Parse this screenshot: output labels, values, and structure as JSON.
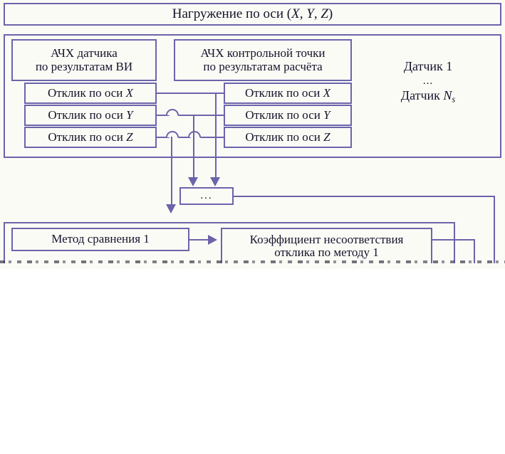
{
  "figure": {
    "title_box": {
      "label": "Нагружение по оси (X, Y, Z)",
      "axes": "X, Y, Z"
    },
    "sensor_group": {
      "measured_block": {
        "line1": "АЧХ датчика",
        "line2": "по результатам ВИ"
      },
      "computed_block": {
        "line1": "АЧХ контрольной точки",
        "line2": "по результатам расчёта"
      },
      "measured_responses": [
        {
          "prefix": "Отклик по оси",
          "axis": "X"
        },
        {
          "prefix": "Отклик по оси",
          "axis": "Y"
        },
        {
          "prefix": "Отклик по оси",
          "axis": "Z"
        }
      ],
      "computed_responses": [
        {
          "prefix": "Отклик по оси",
          "axis": "X"
        },
        {
          "prefix": "Отклик по оси",
          "axis": "Y"
        },
        {
          "prefix": "Отклик по оси",
          "axis": "Z"
        }
      ],
      "sensor_range": {
        "first": "Датчик 1",
        "ellipsis": "...",
        "last_prefix": "Датчик",
        "last_index": "Ns"
      }
    },
    "ellipsis_box": {
      "label": "..."
    },
    "methods_row": {
      "method_box": "Метод сравнения 1",
      "coefficient_box_line1": "Коэффициент несоответствия",
      "coefficient_box_line2": "отклика по методу 1"
    },
    "colors": {
      "line": "#6b64ab",
      "paper": "#fbfbf6",
      "text": "#14142b"
    }
  }
}
